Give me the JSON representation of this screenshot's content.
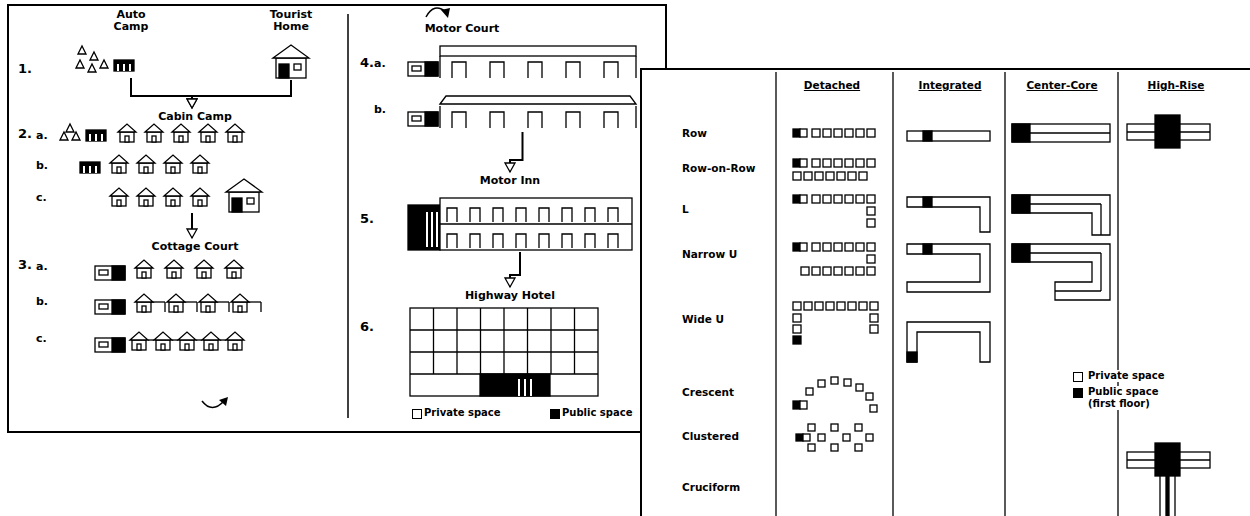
{
  "diagram": {
    "nodes": [
      {
        "text": [
          "Auto Camp"
        ]
      },
      {
        "text": [
          "Tourist Home"
        ]
      },
      {
        "text": [
          "Cabin Camp"
        ]
      },
      {
        "text": [
          "Cottage Court"
        ]
      },
      {
        "text": [
          "Motor Court"
        ]
      },
      {
        "text": [
          "Motor Inn"
        ]
      },
      {
        "text": [
          "Highway Hotel"
        ]
      }
    ],
    "edges": [
      {
        "from": 0,
        "to": 2,
        "arrow": "to"
      },
      {
        "from": 1,
        "to": 2,
        "arrow": "to"
      },
      {
        "from": 2,
        "to": 3,
        "arrow": "to"
      },
      {
        "from": 4,
        "to": 5,
        "arrow": "to"
      },
      {
        "from": 5,
        "to": 6,
        "arrow": "to"
      }
    ],
    "labels": [
      "1.",
      "2.",
      "a.",
      "b.",
      "c.",
      "3.",
      "a.",
      "b.",
      "c.",
      "4.",
      "a.",
      "b.",
      "5.",
      "6.",
      "Detached",
      "Integrated",
      "Center-Core",
      "High-Rise",
      "Row",
      "Row-on-Row",
      "L",
      "Narrow U",
      "Wide U",
      "Crescent",
      "Clustered",
      "Cruciform"
    ],
    "legend": [
      {
        "text": "Private space",
        "color": "#ffffff"
      },
      {
        "text": "Public space",
        "color": "#000000"
      },
      {
        "text": "Private space",
        "color": "#ffffff"
      },
      {
        "text": "Public space (first floor)",
        "color": "#000000"
      }
    ]
  }
}
